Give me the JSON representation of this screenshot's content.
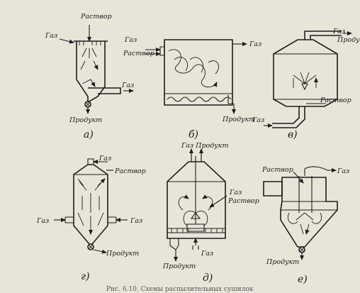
{
  "labels": {
    "solution": "Раствор",
    "gas": "Газ",
    "product": "Продукт",
    "gas_product": "Газ Продукт"
  },
  "captions": {
    "a": "а)",
    "b": "б)",
    "v": "в)",
    "g": "г)",
    "d": "д)",
    "e": "е)"
  },
  "footer": "Рис. 6.10. Схемы распылительных сушилок"
}
